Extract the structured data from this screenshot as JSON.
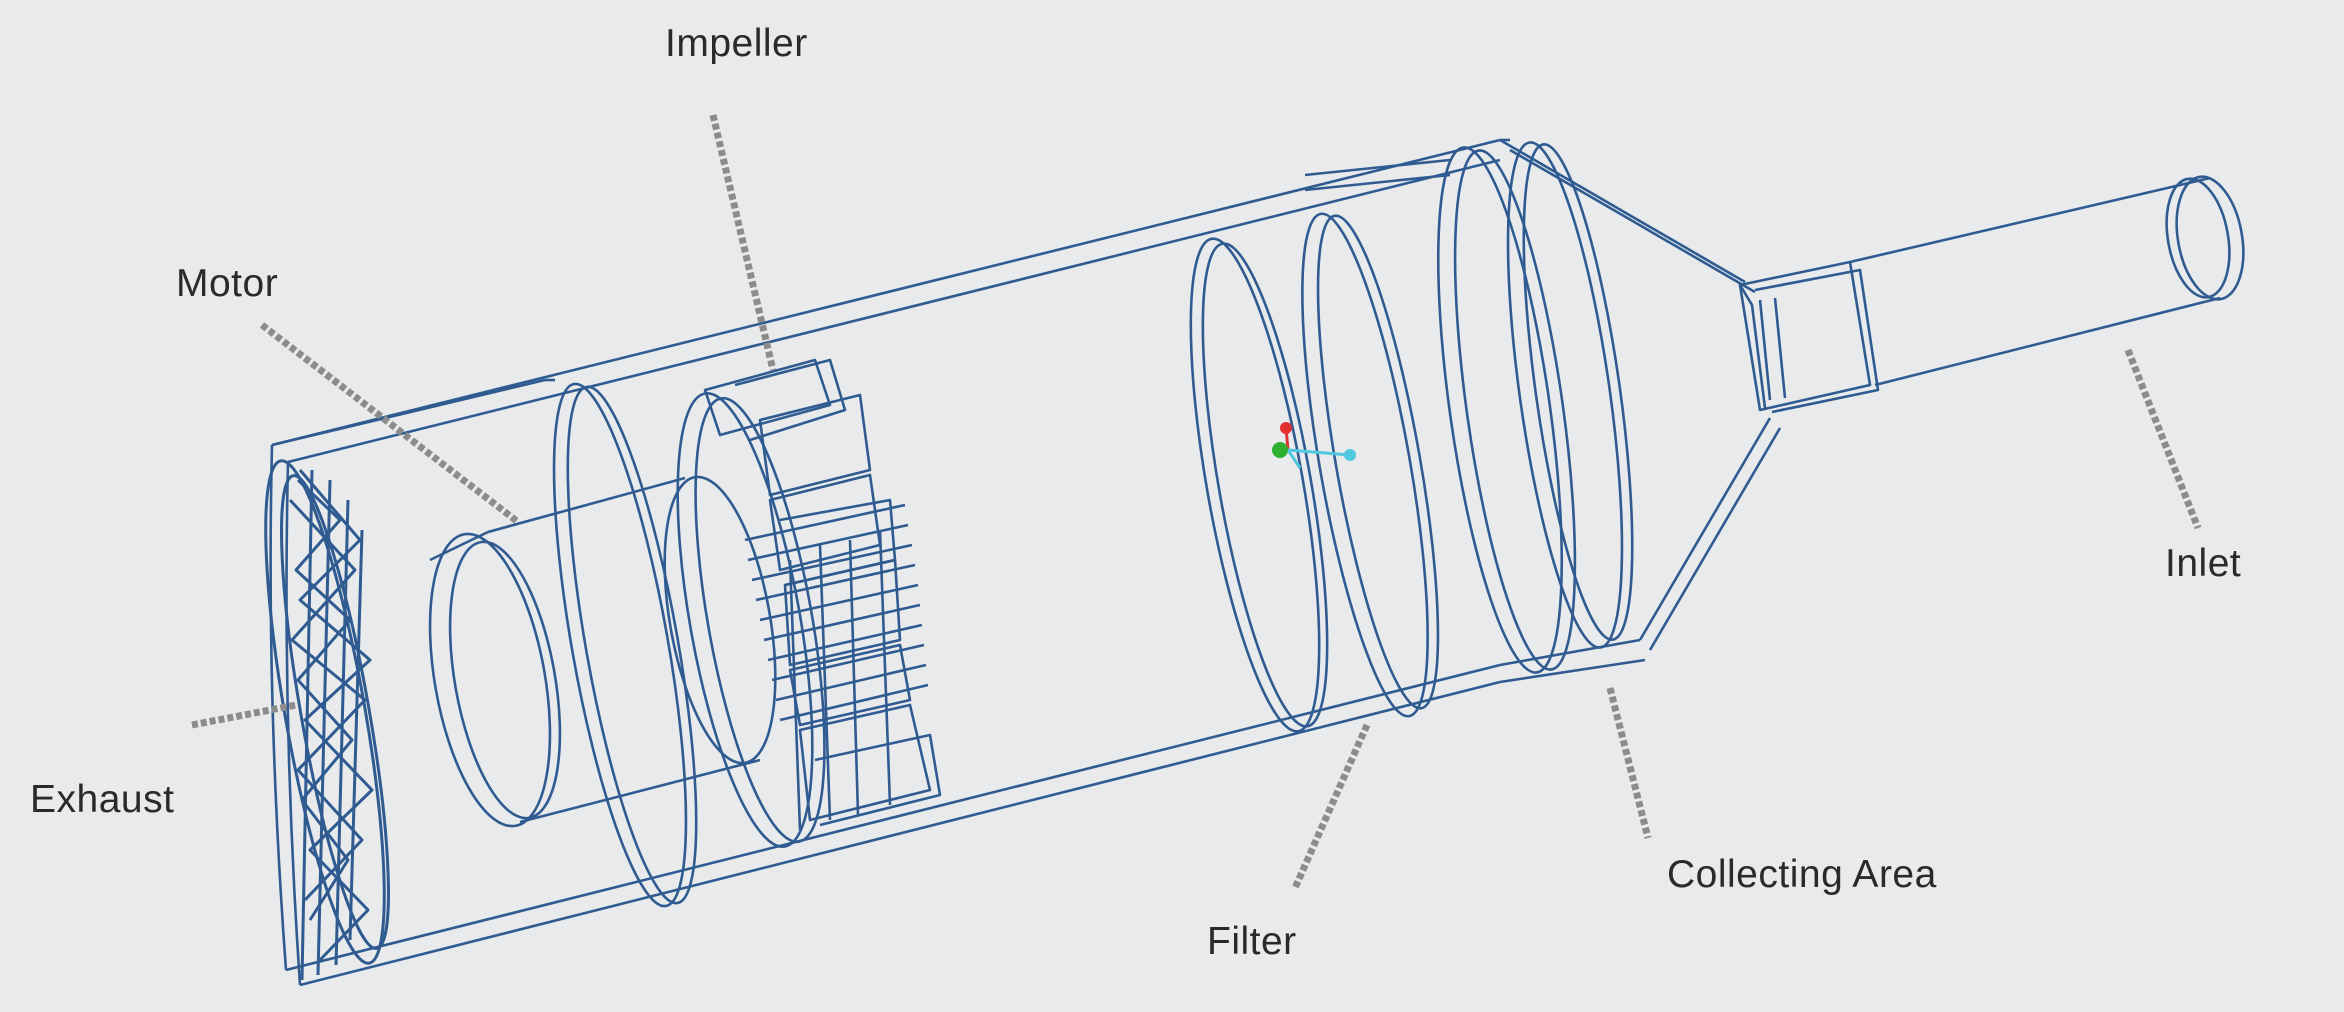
{
  "labels": {
    "impeller": "Impeller",
    "motor": "Motor",
    "exhaust": "Exhaust",
    "inlet": "Inlet",
    "collecting_area": "Collecting Area",
    "filter": "Filter"
  },
  "colors": {
    "background": "#e9eaec",
    "wireframe": "#2f5b91",
    "leader_line": "#8c8c8c",
    "text": "#2a2a2a",
    "axis_red": "#e03030",
    "axis_green": "#30b030",
    "axis_cyan": "#50c8e0"
  }
}
